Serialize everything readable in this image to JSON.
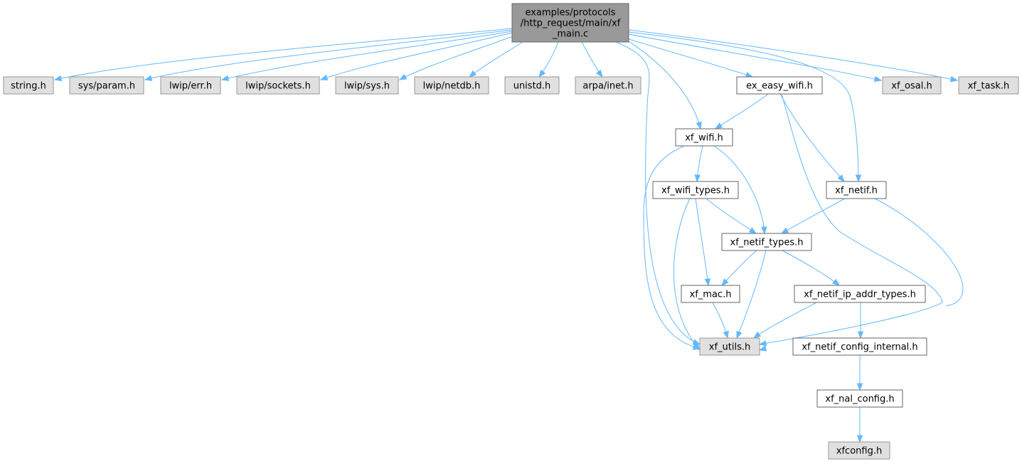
{
  "colors": {
    "root_fill": "#999999",
    "root_stroke": "#666666",
    "system_fill": "#e0e0e0",
    "system_stroke": "#999999",
    "local_fill": "#ffffff",
    "local_stroke": "#666666",
    "edge": "#63b8ff"
  },
  "nodes": [
    {
      "id": "main",
      "lines": [
        "examples/protocols",
        "/http_request/main/xf",
        "_main.c"
      ],
      "kind": "root"
    },
    {
      "id": "string",
      "lines": [
        "string.h"
      ],
      "kind": "system"
    },
    {
      "id": "param",
      "lines": [
        "sys/param.h"
      ],
      "kind": "system"
    },
    {
      "id": "err",
      "lines": [
        "lwip/err.h"
      ],
      "kind": "system"
    },
    {
      "id": "sockets",
      "lines": [
        "lwip/sockets.h"
      ],
      "kind": "system"
    },
    {
      "id": "sys",
      "lines": [
        "lwip/sys.h"
      ],
      "kind": "system"
    },
    {
      "id": "netdb",
      "lines": [
        "lwip/netdb.h"
      ],
      "kind": "system"
    },
    {
      "id": "unistd",
      "lines": [
        "unistd.h"
      ],
      "kind": "system"
    },
    {
      "id": "inet",
      "lines": [
        "arpa/inet.h"
      ],
      "kind": "system"
    },
    {
      "id": "exwifi",
      "lines": [
        "ex_easy_wifi.h"
      ],
      "kind": "local"
    },
    {
      "id": "osal",
      "lines": [
        "xf_osal.h"
      ],
      "kind": "system"
    },
    {
      "id": "task",
      "lines": [
        "xf_task.h"
      ],
      "kind": "system"
    },
    {
      "id": "wifi",
      "lines": [
        "xf_wifi.h"
      ],
      "kind": "local"
    },
    {
      "id": "wifitypes",
      "lines": [
        "xf_wifi_types.h"
      ],
      "kind": "local"
    },
    {
      "id": "netif",
      "lines": [
        "xf_netif.h"
      ],
      "kind": "local"
    },
    {
      "id": "netiftypes",
      "lines": [
        "xf_netif_types.h"
      ],
      "kind": "local"
    },
    {
      "id": "mac",
      "lines": [
        "xf_mac.h"
      ],
      "kind": "local"
    },
    {
      "id": "ipaddr",
      "lines": [
        "xf_netif_ip_addr_types.h"
      ],
      "kind": "local"
    },
    {
      "id": "utils",
      "lines": [
        "xf_utils.h"
      ],
      "kind": "system"
    },
    {
      "id": "cfgint",
      "lines": [
        "xf_netif_config_internal.h"
      ],
      "kind": "local"
    },
    {
      "id": "nalcfg",
      "lines": [
        "xf_nal_config.h"
      ],
      "kind": "local"
    },
    {
      "id": "xfconfig",
      "lines": [
        "xfconfig.h"
      ],
      "kind": "system"
    }
  ],
  "edges": [
    {
      "from": "main",
      "to": "string"
    },
    {
      "from": "main",
      "to": "param"
    },
    {
      "from": "main",
      "to": "err"
    },
    {
      "from": "main",
      "to": "sockets"
    },
    {
      "from": "main",
      "to": "sys"
    },
    {
      "from": "main",
      "to": "netdb"
    },
    {
      "from": "main",
      "to": "unistd"
    },
    {
      "from": "main",
      "to": "inet"
    },
    {
      "from": "main",
      "to": "exwifi"
    },
    {
      "from": "main",
      "to": "osal"
    },
    {
      "from": "main",
      "to": "task"
    },
    {
      "from": "main",
      "to": "wifi"
    },
    {
      "from": "main",
      "to": "netif"
    },
    {
      "from": "main",
      "to": "utils"
    },
    {
      "from": "exwifi",
      "to": "wifi"
    },
    {
      "from": "exwifi",
      "to": "netif"
    },
    {
      "from": "exwifi",
      "to": "utils"
    },
    {
      "from": "wifi",
      "to": "wifitypes"
    },
    {
      "from": "wifi",
      "to": "netiftypes"
    },
    {
      "from": "wifi",
      "to": "utils"
    },
    {
      "from": "wifitypes",
      "to": "netiftypes"
    },
    {
      "from": "wifitypes",
      "to": "mac"
    },
    {
      "from": "wifitypes",
      "to": "utils"
    },
    {
      "from": "netif",
      "to": "netiftypes"
    },
    {
      "from": "netif",
      "to": "utils"
    },
    {
      "from": "netiftypes",
      "to": "mac"
    },
    {
      "from": "netiftypes",
      "to": "ipaddr"
    },
    {
      "from": "netiftypes",
      "to": "utils"
    },
    {
      "from": "mac",
      "to": "utils"
    },
    {
      "from": "ipaddr",
      "to": "utils"
    },
    {
      "from": "ipaddr",
      "to": "cfgint"
    },
    {
      "from": "cfgint",
      "to": "nalcfg"
    },
    {
      "from": "nalcfg",
      "to": "xfconfig"
    }
  ]
}
